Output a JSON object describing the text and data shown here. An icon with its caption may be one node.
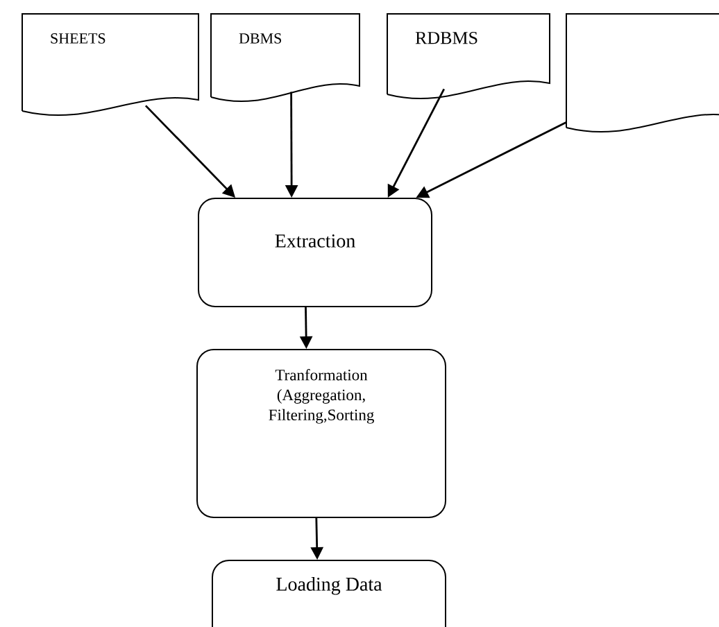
{
  "diagram": {
    "nodes": [
      {
        "text": [
          "SHEETS"
        ]
      },
      {
        "text": [
          "DBMS"
        ]
      },
      {
        "text": [
          "RDBMS"
        ]
      },
      {
        "text": [],
        "shape": "document"
      },
      {
        "text": [
          "Extraction"
        ]
      },
      {
        "text": [
          "Tranformation (Aggregation, Filtering,Sorting"
        ]
      },
      {
        "text": [
          "Loading Data"
        ]
      }
    ],
    "edges": [
      {
        "from": 0,
        "to": 4,
        "arrow": "to"
      },
      {
        "from": 1,
        "to": 4,
        "arrow": "to"
      },
      {
        "from": 2,
        "to": 4,
        "arrow": "to"
      },
      {
        "from": 3,
        "to": 4,
        "arrow": "to"
      },
      {
        "from": 4,
        "to": 5,
        "arrow": "to"
      },
      {
        "from": 5,
        "to": 6,
        "arrow": "to"
      }
    ]
  }
}
